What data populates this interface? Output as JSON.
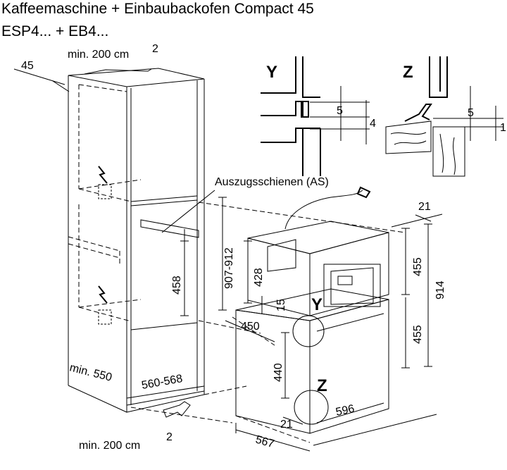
{
  "title": {
    "line1": "Kaffeemaschine +  Einbaubackofen Compact 45",
    "line2": "ESP4... + EB4..."
  },
  "labels": {
    "vent_top": "min. 200 cm",
    "vent_top_sup": "2",
    "vent_bottom": "min. 200 cm",
    "vent_bottom_sup": "2",
    "rails": "Auszugsschienen (AS)"
  },
  "dimensions": {
    "d45": "45",
    "d458": "458",
    "d907_912": "907-912",
    "d428": "428",
    "d15": "15",
    "d450": "450",
    "d440": "440",
    "d455_upper": "455",
    "d455_lower": "455",
    "d914": "914",
    "d21_top": "21",
    "d21_bottom": "21",
    "d596": "596",
    "d567": "567",
    "d_min550": "min. 550",
    "d560_568": "560-568"
  },
  "details": {
    "y_label": "Y",
    "y_dim1": "5",
    "y_dim2": "4",
    "z_label": "Z",
    "z_dim1": "5",
    "z_dim2": "1",
    "y_marker": "Y",
    "z_marker": "Z"
  }
}
